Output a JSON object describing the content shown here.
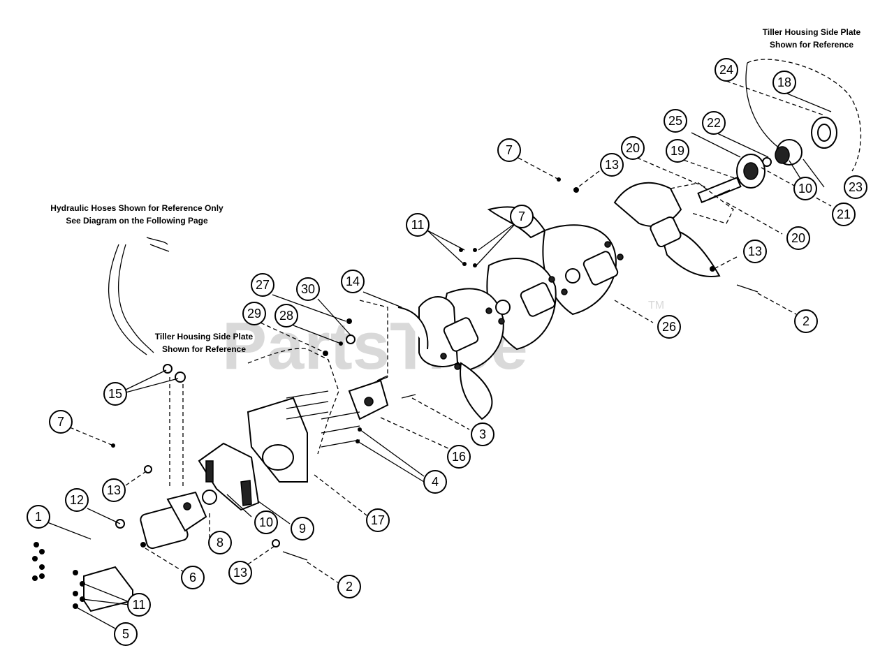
{
  "notes": {
    "top_right_line1": "Tiller Housing Side Plate",
    "top_right_line2": "Shown for Reference",
    "hoses_line1": "Hydraulic Hoses Shown for Reference Only",
    "hoses_line2": "See Diagram on the Following Page",
    "mid_line1": "Tiller Housing Side Plate",
    "mid_line2": "Shown for Reference"
  },
  "watermark": {
    "text": "PartsTree",
    "tm": "TM"
  },
  "callouts": [
    {
      "id": "c24a",
      "label": "24"
    },
    {
      "id": "c18",
      "label": "18"
    },
    {
      "id": "c25",
      "label": "25"
    },
    {
      "id": "c22",
      "label": "22"
    },
    {
      "id": "c7a",
      "label": "7"
    },
    {
      "id": "c20a",
      "label": "20"
    },
    {
      "id": "c19",
      "label": "19"
    },
    {
      "id": "c13a",
      "label": "13"
    },
    {
      "id": "c10a",
      "label": "10"
    },
    {
      "id": "c23",
      "label": "23"
    },
    {
      "id": "c21",
      "label": "21"
    },
    {
      "id": "c20b",
      "label": "20"
    },
    {
      "id": "c11a",
      "label": "11"
    },
    {
      "id": "c7b",
      "label": "7"
    },
    {
      "id": "c13b",
      "label": "13"
    },
    {
      "id": "c2a",
      "label": "2"
    },
    {
      "id": "c27",
      "label": "27"
    },
    {
      "id": "c30",
      "label": "30"
    },
    {
      "id": "c14",
      "label": "14"
    },
    {
      "id": "c29",
      "label": "29"
    },
    {
      "id": "c28",
      "label": "28"
    },
    {
      "id": "c26",
      "label": "26"
    },
    {
      "id": "c15",
      "label": "15"
    },
    {
      "id": "c3",
      "label": "3"
    },
    {
      "id": "c16",
      "label": "16"
    },
    {
      "id": "c7c",
      "label": "7"
    },
    {
      "id": "c4",
      "label": "4"
    },
    {
      "id": "c13c",
      "label": "13"
    },
    {
      "id": "c12",
      "label": "12"
    },
    {
      "id": "c17",
      "label": "17"
    },
    {
      "id": "c1",
      "label": "1"
    },
    {
      "id": "c10b",
      "label": "10"
    },
    {
      "id": "c9",
      "label": "9"
    },
    {
      "id": "c8",
      "label": "8"
    },
    {
      "id": "c6",
      "label": "6"
    },
    {
      "id": "c13d",
      "label": "13"
    },
    {
      "id": "c2b",
      "label": "2"
    },
    {
      "id": "c11b",
      "label": "11"
    },
    {
      "id": "c5",
      "label": "5"
    }
  ]
}
